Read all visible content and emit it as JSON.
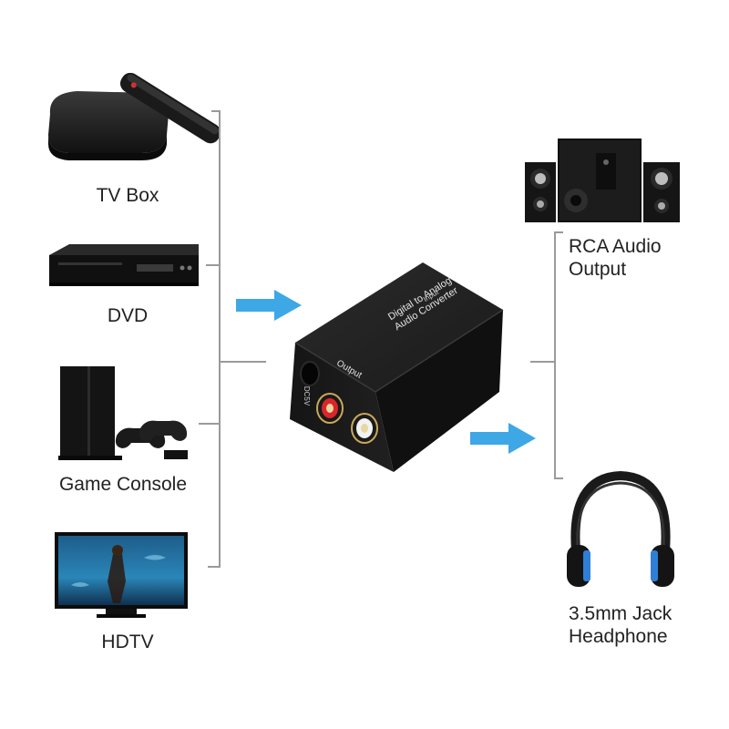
{
  "sources": [
    {
      "label": "TV Box",
      "icon": "tv-box-icon"
    },
    {
      "label": "DVD",
      "icon": "dvd-player-icon"
    },
    {
      "label": "Game Console",
      "icon": "game-console-icon"
    },
    {
      "label": "HDTV",
      "icon": "hdtv-icon"
    }
  ],
  "converter": {
    "title_line1": "Digital to Analog",
    "title_line2": "Audio Converter",
    "input_label": "Input",
    "output_label": "Output",
    "dc_label": "DC5V"
  },
  "outputs": [
    {
      "line1": "RCA Audio",
      "line2": "Output",
      "icon": "speaker-system-icon"
    },
    {
      "line1": "3.5mm Jack",
      "line2": "Headphone",
      "icon": "headphone-icon"
    }
  ],
  "colors": {
    "arrow": "#3ea7e6",
    "device": "#1c1c1c",
    "bracket": "#9a9a9a",
    "rca_red": "#d9262b",
    "rca_white": "#f2f2f2",
    "headphone_accent": "#2f7fd6"
  }
}
